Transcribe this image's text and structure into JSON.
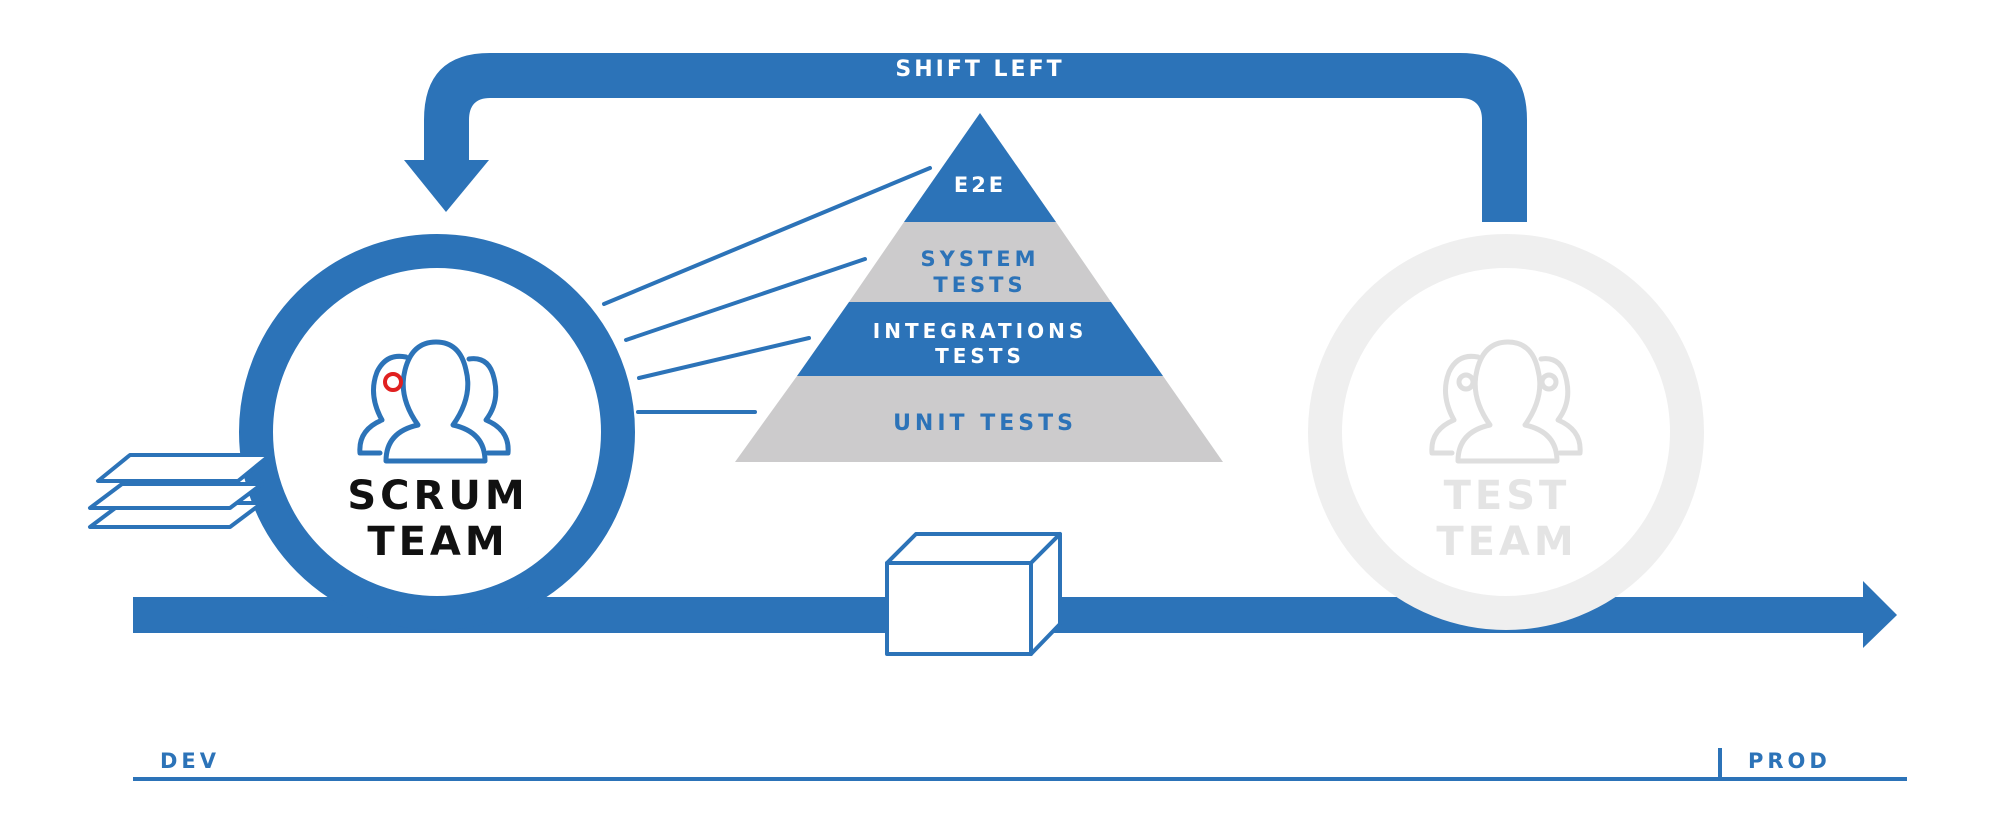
{
  "colors": {
    "primary": "#2C73B8",
    "accent": "#E02020",
    "pyramid_gray": "#CCCBCC",
    "faded_ring": "#EFEFEF",
    "faded_icon": "#DEDEDE",
    "faded_text": "#E4E4E4",
    "text_dark": "#111111",
    "white": "#FFFFFF"
  },
  "shift_left": {
    "label": "SHIFT LEFT"
  },
  "pyramid": {
    "levels": [
      {
        "lines": [
          "E2E"
        ],
        "fill": "primary",
        "text_color": "white"
      },
      {
        "lines": [
          "SYSTEM",
          "TESTS"
        ],
        "fill": "pyramid_gray",
        "text_color": "primary"
      },
      {
        "lines": [
          "INTEGRATIONS",
          "TESTS"
        ],
        "fill": "primary",
        "text_color": "white"
      },
      {
        "lines": [
          "UNIT TESTS"
        ],
        "fill": "pyramid_gray",
        "text_color": "primary"
      }
    ]
  },
  "scrum_team": {
    "line1": "SCRUM",
    "line2": "TEAM",
    "icon": "people-group-icon"
  },
  "test_team": {
    "line1": "TEST",
    "line2": "TEAM",
    "icon": "people-group-icon"
  },
  "timeline": {
    "start_label": "DEV",
    "end_label": "PROD"
  },
  "icons": {
    "documents": "document-stack-icon",
    "package": "package-box-icon",
    "flow_arrow": "arrow-right-icon",
    "loop_arrow": "arrow-down-icon"
  }
}
